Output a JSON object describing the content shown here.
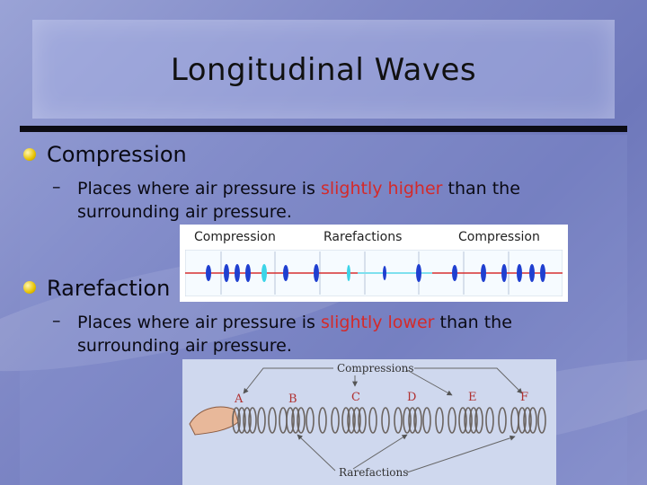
{
  "slide": {
    "title": "Longitudinal Waves",
    "bullet1": {
      "heading": "Compression",
      "dash": "–",
      "line1_before": "Places where air pressure is ",
      "line1_highlight": "slightly higher",
      "line1_after": " than the",
      "line2": "surrounding air pressure."
    },
    "bullet2": {
      "heading": "Rarefaction",
      "dash": "–",
      "line1_before": "Places where air pressure is ",
      "line1_highlight": "slightly lower",
      "line1_after": " than the",
      "line2": "surrounding air pressure."
    },
    "colors": {
      "highlight": "#d42a2a",
      "bullet": "#e7c200",
      "rule": "#0c0c14"
    }
  },
  "figure1": {
    "labels": [
      "Compression",
      "Rarefactions",
      "Compression"
    ]
  },
  "figure2": {
    "top_label": "Compressions",
    "bottom_label": "Rarefactions",
    "points": [
      "A",
      "B",
      "C",
      "D",
      "E",
      "F"
    ]
  }
}
